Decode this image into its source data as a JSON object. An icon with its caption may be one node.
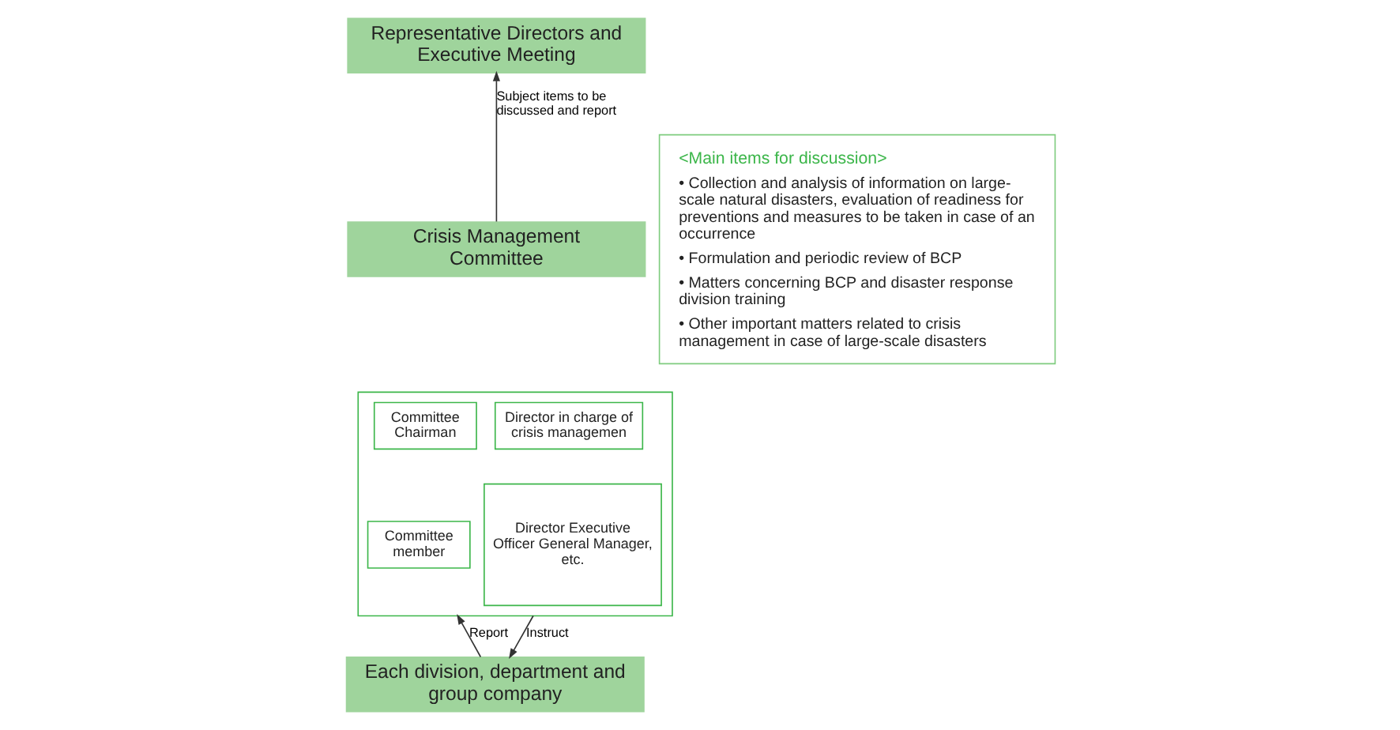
{
  "diagram": {
    "nodes": [
      {
        "text": [
          "Representative Directors and Executive Meeting"
        ]
      },
      {
        "text": [
          "Crisis Management Committee"
        ]
      },
      {
        "text": [],
        "shape": "box"
      },
      {
        "text": [
          "Committee Chairman"
        ],
        "in": 2
      },
      {
        "text": [
          "Director in charge of crisis managemen"
        ],
        "in": 2
      },
      {
        "text": [
          "Committee member"
        ],
        "in": 2
      },
      {
        "text": [
          "Director Executive Officer General Manager, etc."
        ],
        "in": 2
      },
      {
        "text": [
          "Each division, department and group company"
        ]
      },
      {
        "text": [
          "<Main items for discussion>",
          "• Collection and analysis of information on large-scale natural disasters, evaluation of readiness for preventions and measures to be taken in case of an occurrence",
          "• Formulation and periodic review of BCP",
          "• Matters concerning BCP and disaster response division training",
          "• Other important matters related to crisis management in case of large-scale disasters"
        ]
      }
    ],
    "edges": [
      {
        "from": 1,
        "to": 0,
        "arrow": "to",
        "label": "Subject items to be discussed and report"
      },
      {
        "from": 7,
        "to": 2,
        "arrow": "to",
        "label": "Report"
      },
      {
        "from": 2,
        "to": 7,
        "arrow": "to",
        "label": "Instruct"
      }
    ]
  }
}
